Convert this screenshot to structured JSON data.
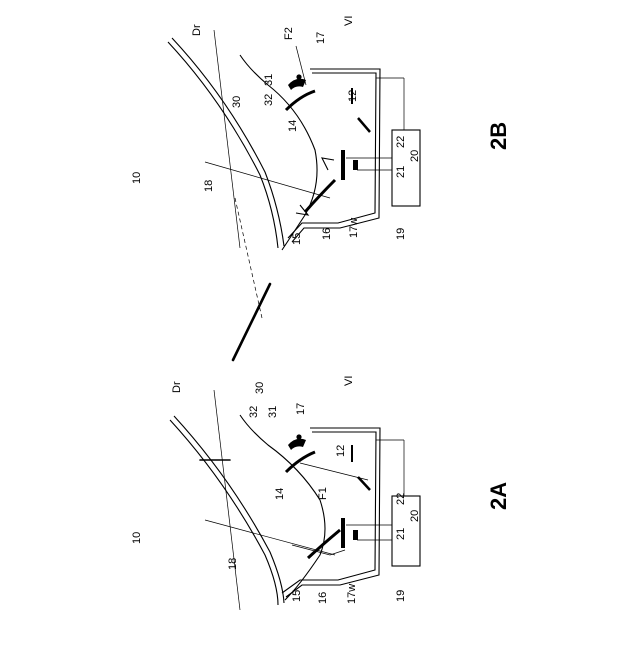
{
  "figure_labels": {
    "a": "2A",
    "b": "2B"
  },
  "panel_a": {
    "ref_10": "10",
    "ref_dr": "Dr",
    "ref_vi": "VI",
    "ref_30": "30",
    "ref_32": "32",
    "ref_31": "31",
    "ref_17": "17",
    "ref_12": "12",
    "ref_14": "14",
    "ref_f1": "F1",
    "ref_22": "22",
    "ref_20": "20",
    "ref_21": "21",
    "ref_18": "18",
    "ref_15": "15",
    "ref_16": "16",
    "ref_17w": "17w",
    "ref_19": "19"
  },
  "panel_b": {
    "ref_10": "10",
    "ref_dr": "Dr",
    "ref_vi": "VI",
    "ref_f2": "F2",
    "ref_17": "17",
    "ref_31": "31",
    "ref_32": "32",
    "ref_30": "30",
    "ref_12": "12",
    "ref_14": "14",
    "ref_22": "22",
    "ref_20": "20",
    "ref_21": "21",
    "ref_18": "18",
    "ref_15": "15",
    "ref_16": "16",
    "ref_17w": "17w",
    "ref_19": "19"
  }
}
